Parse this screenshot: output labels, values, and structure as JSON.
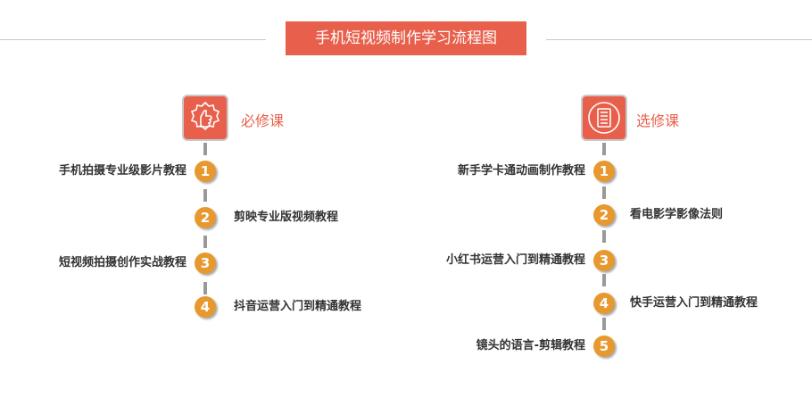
{
  "title": "手机短视频制作学习流程图",
  "required": {
    "label": "必修课",
    "icon": "thumbs-up-badge-icon",
    "items": [
      {
        "n": "1",
        "text": "手机拍摄专业级影片教程"
      },
      {
        "n": "2",
        "text": "剪映专业版视频教程"
      },
      {
        "n": "3",
        "text": "短视频拍摄创作实战教程"
      },
      {
        "n": "4",
        "text": "抖音运营入门到精通教程"
      }
    ]
  },
  "elective": {
    "label": "选修课",
    "icon": "checklist-icon",
    "items": [
      {
        "n": "1",
        "text": "新手学卡通动画制作教程"
      },
      {
        "n": "2",
        "text": "看电影学影像法则"
      },
      {
        "n": "3",
        "text": "小红书运营入门到精通教程"
      },
      {
        "n": "4",
        "text": "快手运营入门到精通教程"
      },
      {
        "n": "5",
        "text": "镜头的语言-剪辑教程"
      }
    ]
  },
  "colors": {
    "accent": "#e8604c",
    "badge": "#e7992f"
  }
}
